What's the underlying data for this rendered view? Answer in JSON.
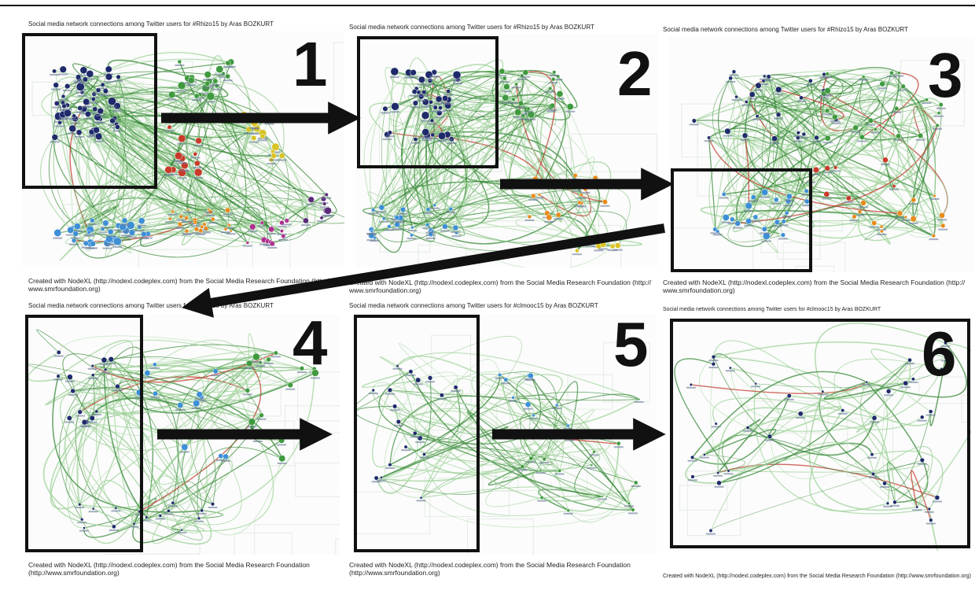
{
  "panels": [
    {
      "id": "1",
      "title": "Social media network connections among Twitter users for #Rhizo15 by Aras BOZKURT",
      "caption_a": "Created with NodeXL (http://nodexl.codeplex.com) from the Social Media Research Foundation (http://",
      "caption_b": "www.smrfoundation.org)",
      "number": "1"
    },
    {
      "id": "2",
      "title": "Social media network connections among Twitter users for #Rhizo15 by Aras BOZKURT",
      "caption_a": "Created with NodeXL (http://nodexl.codeplex.com) from the Social Media Research Foundation (http://",
      "caption_b": "www.smrfoundation.org)",
      "number": "2"
    },
    {
      "id": "3",
      "title": "Social media network connections among Twitter users for #Rhizo15 by Aras BOZKURT",
      "caption_a": "Created with NodeXL (http://nodexl.codeplex.com) from the Social Media Research Foundation (http://",
      "caption_b": "www.smrfoundation.org)",
      "number": "3"
    },
    {
      "id": "4",
      "title": "Social media network connections among Twitter users for #Rhizo15 by Aras BOZKURT",
      "caption_a": "Created with NodeXL (http://nodexl.codeplex.com) from the Social Media Research Foundation",
      "caption_b": "(http://www.smrfoundation.org)",
      "number": "4"
    },
    {
      "id": "5",
      "title": "Social media network connections among Twitter users for #clmooc15 by Aras BOZKURT",
      "caption_a": "Created with NodeXL (http://nodexl.codeplex.com) from the Social Media Research Foundation",
      "caption_b": "(http://www.smrfoundation.org)",
      "number": "5"
    },
    {
      "id": "6",
      "title": "Social media network connections among Twitter users for #clmooc15 by Aras BOZKURT",
      "caption_a": "Created with NodeXL (http://nodexl.codeplex.com) from the Social Media Research Foundation (http://www.smrfoundation.org)",
      "caption_b": "",
      "number": "6"
    }
  ],
  "colors": {
    "edge": "#3a8a3a",
    "edge_light": "#9fd29a",
    "edge_red": "#c0392b",
    "node_navy": "#1f2a6b",
    "node_blue": "#3d8fd6",
    "node_green": "#3f9a3f",
    "node_red": "#c83a2a",
    "node_orange": "#e88a1c",
    "node_yellow": "#d9c325",
    "node_magenta": "#b0308f",
    "node_purple": "#5a2a7a",
    "box": "#111111",
    "arrow": "#111111"
  }
}
